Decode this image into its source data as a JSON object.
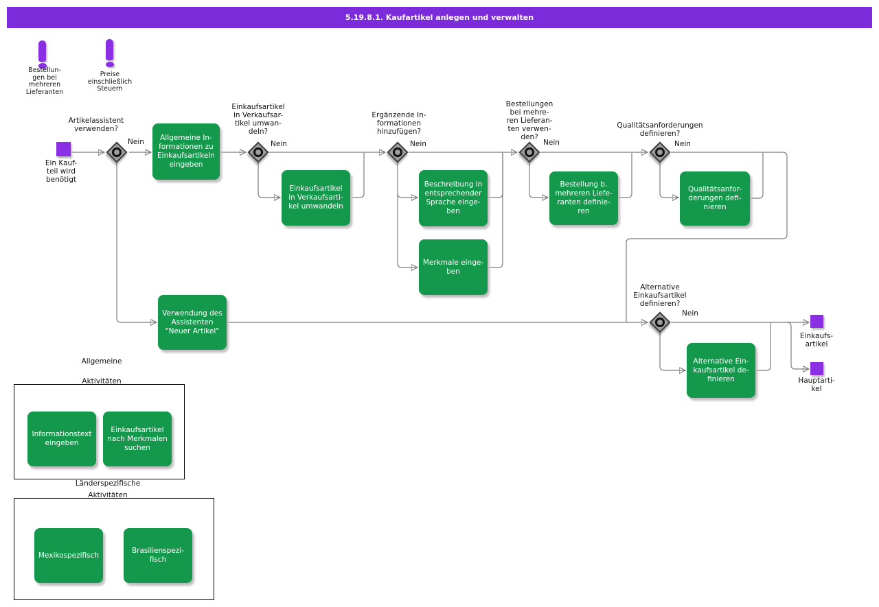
{
  "title": "5.19.8.1. Kaufartikel anlegen und verwalten",
  "colors": {
    "header_purple": "#7b2bd9",
    "event_purple": "#8a2fe3",
    "task_green": "#14994c",
    "connector_gray": "#7b7b7b"
  },
  "warnings": [
    {
      "label": "Bestellun-\ngen bei\nmehreren\nLieferanten"
    },
    {
      "label": "Preise\neinschließlich\nSteuern"
    }
  ],
  "events": {
    "start": {
      "label": "Ein Kauf-\nteil wird\nbenötigt"
    },
    "end_purchase": {
      "label": "Einkaufs-\nartikel"
    },
    "end_main": {
      "label": "Hauptarti-\nkel"
    }
  },
  "decisions": [
    {
      "question": "Artikelassistent\nverwenden?",
      "branch": "Nein"
    },
    {
      "question": "Einkaufsartikel\nin Verkaufsar-\ntikel umwan-\ndeln?",
      "branch": "Nein"
    },
    {
      "question": "Ergänzende In-\nformationen\nhinzufügen?",
      "branch": "Nein"
    },
    {
      "question": "Bestellungen\nbei mehre-\nren Lieferan-\nten verwen-\nden?",
      "branch": "Nein"
    },
    {
      "question": "Qualitätsanforderungen\ndefinieren?",
      "branch": "Nein"
    },
    {
      "question": "Alternative\nEinkaufsartikel\ndefinieren?",
      "branch": "Nein"
    }
  ],
  "tasks": [
    {
      "label": "Allgemeine In-\nformationen zu\nEinkaufsartikeln\neingeben"
    },
    {
      "label": "Einkaufsartikel\nin Verkaufsarti-\nkel umwandeln"
    },
    {
      "label": "Beschreibung in\nentsprechender\nSprache einge-\nben"
    },
    {
      "label": "Merkmale einge-\nben"
    },
    {
      "label": "Bestellung b.\nmehreren Liefe-\nranten definie-\nren"
    },
    {
      "label": "Qualitätsanfor-\nderungen defi-\nnieren"
    },
    {
      "label": "Verwendung des\nAssistenten\n\"Neuer Artikel\""
    },
    {
      "label": "Alternative Ein-\nkaufsartikel de-\nfinieren"
    }
  ],
  "groups": [
    {
      "title_lines": [
        "Allgemeine",
        "Aktivitäten"
      ],
      "tasks": [
        {
          "label": "Informationstext\neingeben"
        },
        {
          "label": "Einkaufsartikel\nnach Merkmalen\nsuchen"
        }
      ]
    },
    {
      "title_lines": [
        "Länderspezifische",
        "Aktivitäten"
      ],
      "tasks": [
        {
          "label": "Mexikospezifisch"
        },
        {
          "label": "Brasilienspezi-\nfisch"
        }
      ]
    }
  ]
}
